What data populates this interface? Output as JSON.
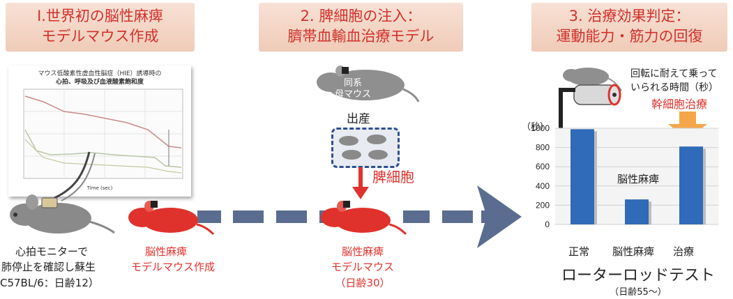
{
  "steps": [
    {
      "line1": "Ⅰ.世界初の脳性麻痺",
      "line2": "モデルマウス作成"
    },
    {
      "line1": "2. 脾細胞の注入：",
      "line2": "臍帯血輸血治療モデル"
    },
    {
      "line1": "3. 治療効果判定：",
      "line2": "運動能力・筋力の回復"
    }
  ],
  "monitor_graph": {
    "title_line1": "マウス低酸素性虚血性脳症（HIE）誘導時の",
    "title_line2": "心拍、呼吸及び血液酸素飽和度",
    "xlabel": "Time (sec)"
  },
  "left": {
    "caption_line1": "心拍モニターで",
    "caption_line2": "肺停止を確認し蘇生",
    "caption_line3": "C57BL/6：日齢12）",
    "model_line1": "脳性麻痺",
    "model_line2": "モデルマウス作成"
  },
  "middle": {
    "mother_label_line1": "同系",
    "mother_label_line2": "母マウス",
    "birth_label": "出産",
    "spleen_label": "脾細胞",
    "model_line1": "脳性麻痺",
    "model_line2": "モデルマウス",
    "age_label": "（日齢30）"
  },
  "right": {
    "rotarod_desc_line1": "回転に耐えて乗って",
    "rotarod_desc_line2": "いられる時間（秒）",
    "treatment_label": "幹細胞治療",
    "cp_label": "脳性麻痺",
    "test_title": "ローターロッドテスト",
    "test_age": "（日齢55～）"
  },
  "colors": {
    "red": "#e0322c",
    "bar": "#2f6bb8",
    "arrow": "#5a6d90",
    "title_bg": "#f3d3c2",
    "orange": "#f5a64a"
  },
  "chart_data": {
    "type": "bar",
    "categories": [
      "正常",
      "脳性麻痺",
      "治療"
    ],
    "values": [
      990,
      260,
      810
    ],
    "ylabel": "（秒）",
    "yticks": [
      "1000",
      "800",
      "600",
      "400",
      "200",
      "0"
    ],
    "ylim": [
      0,
      1000
    ]
  }
}
